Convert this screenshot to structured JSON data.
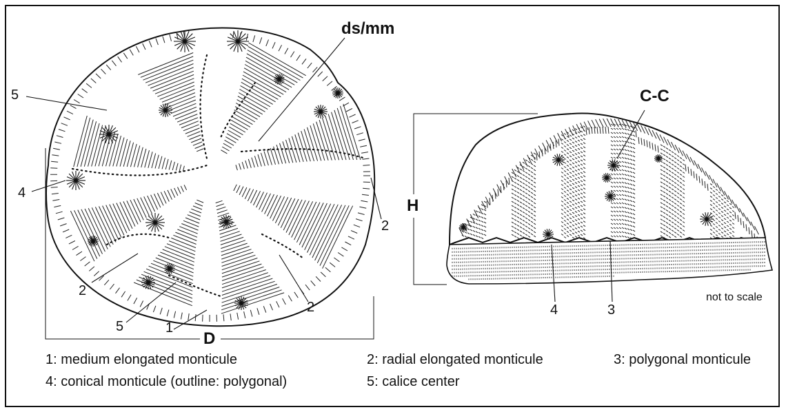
{
  "figure": {
    "left_specimen": {
      "label_ds_mm": "ds/mm",
      "label_D": "D",
      "callouts": [
        "5",
        "4",
        "2",
        "2",
        "5",
        "1",
        "2"
      ]
    },
    "right_specimen": {
      "label_cc": "C-C",
      "label_H": "H",
      "callouts": [
        "4",
        "3"
      ],
      "scale_note": "not to scale"
    },
    "legend": {
      "item1": "1: medium elongated monticule",
      "item2": "2: radial elongated monticule",
      "item3": "3: polygonal monticule",
      "item4": "4: conical monticule (outline: polygonal)",
      "item5": "5: calice center"
    },
    "colors": {
      "ink": "#111111",
      "paper": "#ffffff"
    }
  }
}
